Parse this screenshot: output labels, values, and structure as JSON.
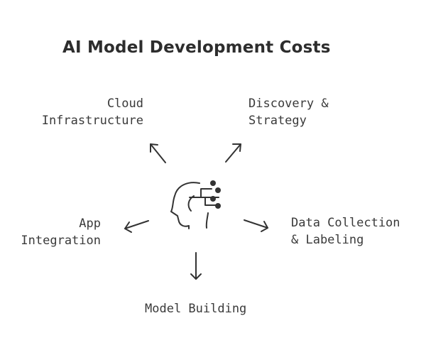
{
  "diagram": {
    "title": "AI Model Development Costs",
    "center_icon": "ai-head-circuit-icon",
    "nodes": {
      "cloud": {
        "line1": "Cloud",
        "line2": "Infrastructure"
      },
      "discovery": {
        "line1": "Discovery &",
        "line2": "Strategy"
      },
      "app": {
        "line1": "App",
        "line2": "Integration"
      },
      "data": {
        "line1": "Data Collection",
        "line2": "& Labeling"
      },
      "model": {
        "line1": "Model Building"
      }
    },
    "colors": {
      "stroke": "#333333",
      "text": "#3a3a3a",
      "background": "#ffffff"
    }
  }
}
